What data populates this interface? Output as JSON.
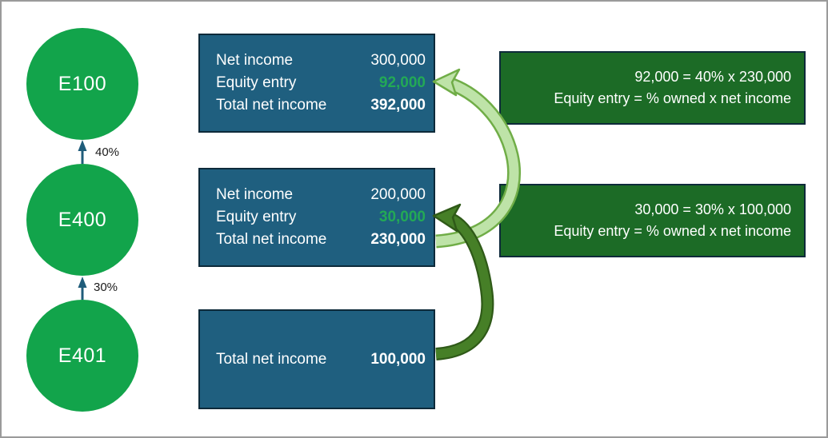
{
  "org_chart": {
    "entities": [
      {
        "label": "E100"
      },
      {
        "label": "E400"
      },
      {
        "label": "E401"
      }
    ],
    "ownership_labels": [
      "40%",
      "30%"
    ]
  },
  "income_boxes": [
    {
      "rows": [
        {
          "label": "Net income",
          "value": "300,000"
        },
        {
          "label": "Equity entry",
          "value": "92,000"
        },
        {
          "label": "Total net income",
          "value": "392,000"
        }
      ]
    },
    {
      "rows": [
        {
          "label": "Net income",
          "value": "200,000"
        },
        {
          "label": "Equity entry",
          "value": "30,000"
        },
        {
          "label": "Total net income",
          "value": "230,000"
        }
      ]
    },
    {
      "rows": [
        {
          "label": "Total net income",
          "value": "100,000"
        }
      ]
    }
  ],
  "callouts": [
    {
      "line1": "92,000 = 40% x 230,000",
      "line2": "Equity entry = % owned x net income"
    },
    {
      "line1": "30,000 = 30% x 100,000",
      "line2": "Equity entry = % owned x net income"
    }
  ],
  "colors": {
    "circle_green": "#12A44B",
    "box_blue": "#1F5F7F",
    "box_border": "#0D2A3A",
    "callout_green": "#1C6B26",
    "equity_value_green": "#23A956",
    "arrow_teal": "#1F5C7A",
    "light_arrow_fill": "#BEE3A8",
    "light_arrow_stroke": "#70AD47",
    "dark_arrow_fill": "#467F27",
    "dark_arrow_stroke": "#2F5A18",
    "pct_label_color": "#1A1A1A",
    "frame_border": "#9A9A9A"
  }
}
